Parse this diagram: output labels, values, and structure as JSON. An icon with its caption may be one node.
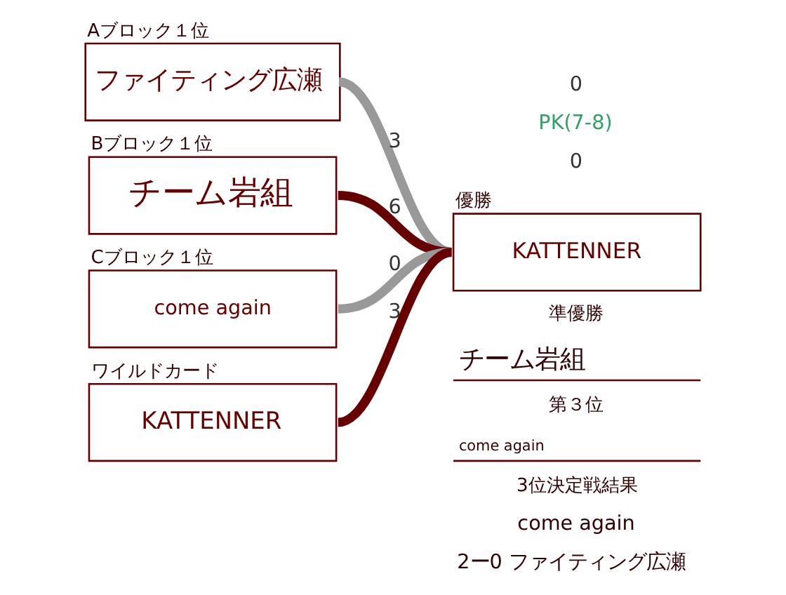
{
  "diagram": {
    "nodes": [
      {
        "text": [
          "Aブロック１位",
          "ファイティング広瀬"
        ]
      },
      {
        "text": [
          "Bブロック１位",
          "チーム岩組"
        ]
      },
      {
        "text": [
          "Cブロック１位",
          "come again"
        ]
      },
      {
        "text": [
          "ワイルドカード",
          "KATTENNER"
        ]
      },
      {
        "text": [
          "優勝",
          "KATTENNER"
        ]
      }
    ],
    "edges": [
      {
        "from": 0,
        "to": 4,
        "arrow": "none",
        "label": "3",
        "color": "#999999"
      },
      {
        "from": 1,
        "to": 4,
        "arrow": "none",
        "label": "6",
        "color": "#660000"
      },
      {
        "from": 2,
        "to": 4,
        "arrow": "none",
        "label": "0",
        "color": "#999999"
      },
      {
        "from": 3,
        "to": 4,
        "arrow": "none",
        "label": "3",
        "color": "#660000"
      }
    ],
    "labels": [
      "0",
      "PK(7-8)",
      "0",
      "準優勝",
      "チーム岩組",
      "第３位",
      "come again",
      "3位決定戦結果",
      "come again",
      "2ー0 ファイティング広瀬"
    ]
  }
}
